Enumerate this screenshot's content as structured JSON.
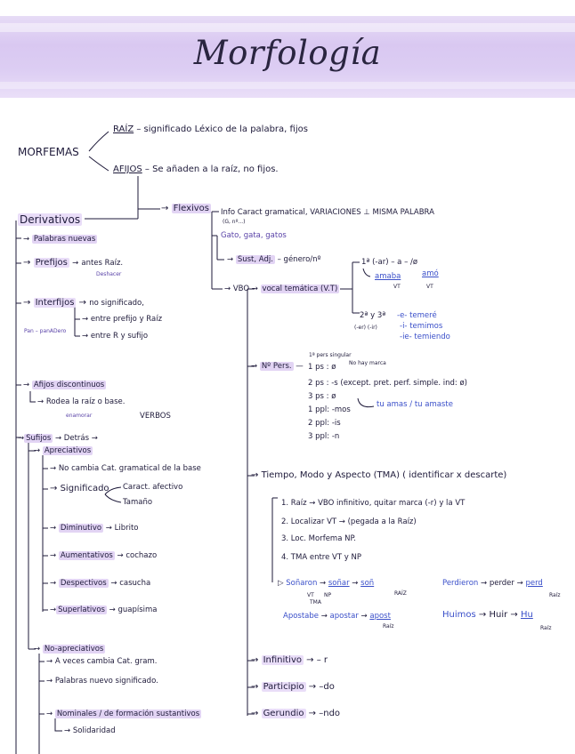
{
  "title": "Morfología",
  "morfemas": "MORFEMAS",
  "raiz": "RAÍZ",
  "raiz_def": "– significado Léxico de la palabra, fijos",
  "afijos": "AFIJOS",
  "afijos_def": "– Se añaden a la raíz, no fijos.",
  "flexivos": "Flexivos",
  "flex_info": "Info Caract gramatical, VARIACIONES ⊥ MISMA PALABRA",
  "flex_info2": "(G, nº...)",
  "flex_example": "Gato, gata, gatos",
  "sust_adj": "Sust, Adj.",
  "genero": "– género/nº",
  "vbo": "VBO",
  "vocal": "vocal temática (V.T)",
  "conj1": "1ª (-ar) – a – /ø",
  "amaba": "amaba",
  "amo": "amó",
  "vt1": "VT",
  "vt2": "VT",
  "conj23": "2ª y 3ª",
  "conj23b": "(-er)  (-ir)",
  "c_e": "-e- temeré",
  "c_i": "-i- temimos",
  "c_ie": "-ie- temiendo",
  "nper": "Nº Pers.",
  "sing_note": "1ª pers singular",
  "p1s": "1 ps : ø",
  "no_hay": "No hay marca",
  "p2s": "2 ps : -s (except. pret. perf. simple. ind: ø)",
  "p3s": "3 ps : ø",
  "p1p": "1 ppl: -mos",
  "p2p": "2 ppl: -is",
  "p3p": "3 ppl: -n",
  "amas": "tu amas / tu amaste",
  "tma": "Tiempo, Modo y Aspecto (TMA)  ( identificar x descarte)",
  "tma1": "1. Raíz → VBO infinitivo, quitar marca (-r) y la VT",
  "tma2": "2. Localizar VT → (pegada a la Raíz)",
  "tma3": "3. Loc. Morfema NP.",
  "tma4": "4. TMA entre VT y NP",
  "sonaron": "Soñaron",
  "sonar": "soñar",
  "son": "soñ",
  "raiz_lbl": "RAÍZ",
  "perdieron": "Perdieron",
  "perder": "perder",
  "perd": "perd",
  "raiz_lbl2": "Raíz",
  "apostabe": "Apostabe",
  "apostar": "apostar",
  "apost": "apost",
  "raiz_lbl3": "Raíz",
  "huimos": "Huimos",
  "huir": "Huir",
  "hu": "Hu",
  "raiz_lbl4": "Raíz",
  "vt_small": "VT",
  "np_small": "NP",
  "tma_small": "TMA",
  "infinitivo": "Infinitivo",
  "inf_suf": "– r",
  "participio": "Participio",
  "part_suf": "–do",
  "gerundio": "Gerundio",
  "ger_suf": "–ndo",
  "derivativos": "Derivativos",
  "palabras_nuevas": "Palabras nuevas",
  "prefijos": "Prefijos",
  "antes_raiz": "antes Raíz.",
  "deshacer": "Deshacer",
  "interfijos": "Interfijos",
  "no_sig": "no significado,",
  "entre_pref": "entre prefijo y Raíz",
  "entre_r": "entre R y sufijo",
  "panadero": "Pan – panADero",
  "afijos_disc": "Afijos discontinuos",
  "rodea": "Rodea la raíz o base.",
  "enamorar": "enamorar",
  "verbos": "VERBOS",
  "sufijos": "Sufijos",
  "detras": "Detrás",
  "apreciativos": "Apreciativos",
  "no_cambia": "No cambia Cat. gramatical de la base",
  "significado": "Significado",
  "caract_afectivo": "Caract. afectivo",
  "tamano": "Tamaño",
  "diminutivo": "Diminutivo",
  "librito": "Librito",
  "aumentativos": "Aumentativos",
  "cochazo": "cochazo",
  "despectivos": "Despectivos",
  "casucha": "casucha",
  "superlativos": "Superlativos",
  "guapisima": "guapísima",
  "no_apreciativos": "No-apreciativos",
  "a_veces": "A veces cambia Cat. gram.",
  "nuevo_sig": "Palabras nuevo significado.",
  "nominales": "Nominales / de formación sustantivos",
  "solidaridad": "Solidaridad",
  "colors": {
    "ink": "#1e1a3a",
    "highlight": "#e2d4f4",
    "blue_ink": "#3a4fc9",
    "banner": "#d9c8f1"
  }
}
